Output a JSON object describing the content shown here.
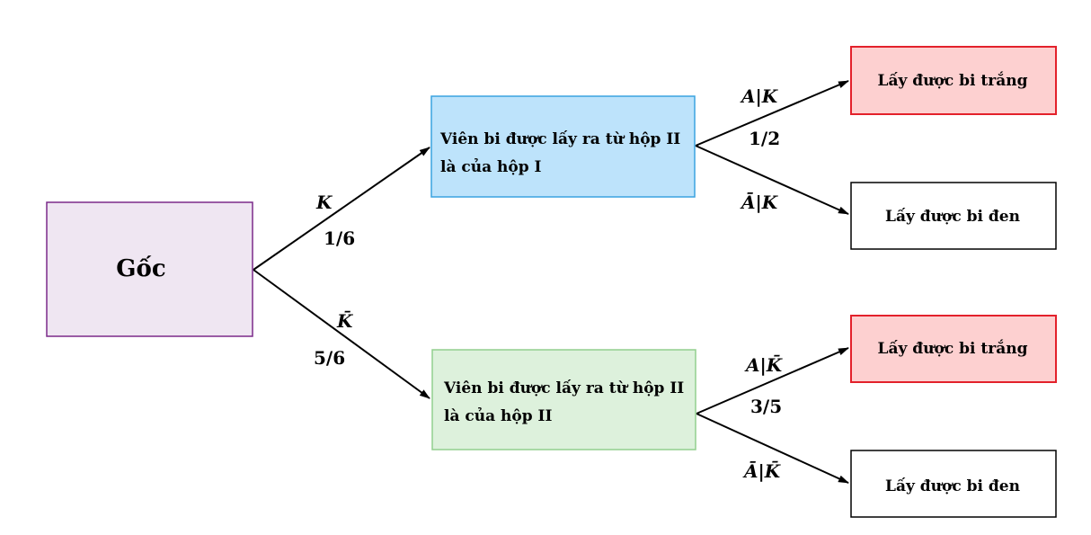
{
  "colors": {
    "root_fill": "#efe6f2",
    "root_stroke": "#7b2a8a",
    "box1_fill": "#bde3fb",
    "box1_stroke": "#3aa3e0",
    "box2_fill": "#ddf1dc",
    "box2_stroke": "#92cf8e",
    "white_fill": "#eaf7ff",
    "red_fill": "#fdd0d0",
    "red_stroke": "#e3212b",
    "black_fill": "#ffffff",
    "black_stroke": "#000000",
    "edge": "#000000"
  },
  "nodes": {
    "root": {
      "label": "Gốc"
    },
    "box1": {
      "line1": "Viên bi được lấy ra từ hộp II",
      "line2": "là của hộp I"
    },
    "box2": {
      "line1": "Viên bi được lấy ra từ hộp II",
      "line2": "là của hộp II"
    },
    "leaf1": {
      "label": "Lấy được bi trắng"
    },
    "leaf2": {
      "label": "Lấy được bi đen"
    },
    "leaf3": {
      "label": "Lấy được bi trắng"
    },
    "leaf4": {
      "label": "Lấy được bi đen"
    }
  },
  "edges": {
    "root_box1": {
      "event": "K",
      "prob": "1/6"
    },
    "root_box2": {
      "event": "K̄",
      "prob": "5/6"
    },
    "box1_leaf1": {
      "event": "A|K",
      "prob": "1/2"
    },
    "box1_leaf2": {
      "event": "Ā|K",
      "prob": ""
    },
    "box2_leaf3": {
      "event": "A|K̄",
      "prob": "3/5"
    },
    "box2_leaf4": {
      "event": "Ā|K̄",
      "prob": ""
    }
  }
}
